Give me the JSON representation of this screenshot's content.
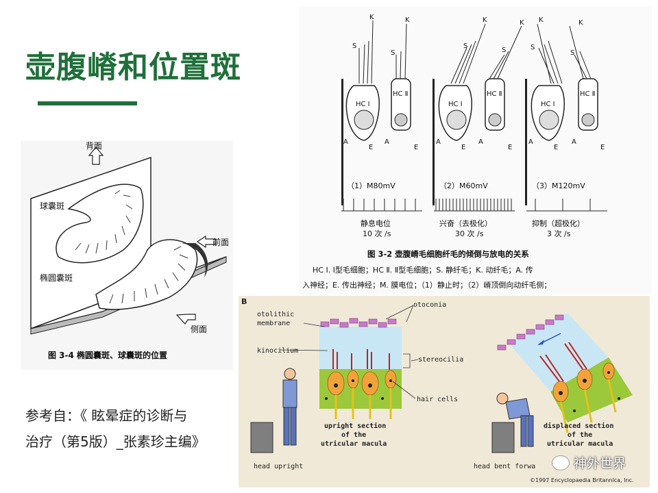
{
  "slide": {
    "title": "壶腹嵴和位置斑",
    "reference_line1": "参考自：《 眩晕症的诊断与",
    "reference_line2": "治疗（第5版）_张素珍主编》"
  },
  "fig_utricle": {
    "label_back": "背面",
    "label_front": "前面",
    "label_side": "侧面",
    "label_saccule": "球囊斑",
    "label_utricle": "椭圆囊斑",
    "caption": "图 3-4  椭圆囊斑、球囊斑的位置"
  },
  "fig_hair": {
    "label_k": "K",
    "label_s": "S",
    "label_hc1": "HC Ⅰ",
    "label_hc2": "HC Ⅱ",
    "label_a": "A",
    "label_e": "E",
    "state1_mv": "（1）M80mV",
    "state2_mv": "（2）M60mV",
    "state3_mv": "（3）M120mV",
    "state1_name": "静息电位",
    "state1_rate": "10 次 /s",
    "state2_name": "兴奋（去极化）",
    "state2_rate": "30 次 /s",
    "state3_name": "抑制（超极化）",
    "state3_rate": "3 次 /s",
    "caption": "图 3-2    壶腹嵴毛细胞纤毛的倾倒与放电的关系",
    "legend_line1": "HC Ⅰ. Ⅰ型毛细胞；HC Ⅱ. Ⅱ型毛细胞；S. 静纤毛；K. 动纤毛；A. 传",
    "legend_line2": "入神经；E. 传出神经；M. 膜电位；（1）静止时；（2）嵴顶倒向动纤毛侧；"
  },
  "fig_brit": {
    "panel_letter": "B",
    "otoconia": "otoconia",
    "otolithic_1": "otolithic",
    "otolithic_2": "membrane",
    "kinocilium": "kinocilium",
    "stereocilia": "stereocilia",
    "hair_cells": "hair cells",
    "upright_1": "upright section",
    "upright_2": "of the",
    "upright_3": "utricular macula",
    "displaced_1": "displaced section",
    "displaced_2": "of the",
    "displaced_3": "utricular macula",
    "head_upright": "head upright",
    "head_bent": "head bent forwa",
    "copyright": "©1997 Encyclopaedia Britannica, Inc."
  },
  "watermark": {
    "text": "神外世界"
  }
}
